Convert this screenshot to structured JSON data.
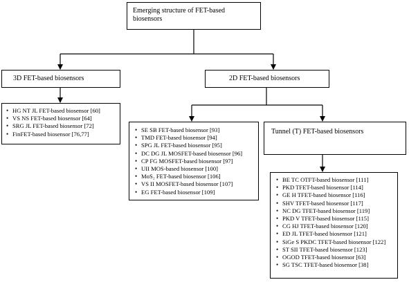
{
  "root": {
    "title": "Emerging structure of FET-based biosensors"
  },
  "fet3d": {
    "title": "3D FET-based biosensors",
    "items": [
      "HG NT JL FET-based biosensor [60]",
      "VS NS FET-based biosensor [64]",
      "SRG JL FET-based biosensor [72]",
      "FinFET-based biosensor [76,77]"
    ]
  },
  "fet2d": {
    "title": "2D FET-based biosensors",
    "items": [
      "SE SB FET-based biosensor [93]",
      "TMD FET-based biosensor [94]",
      "SPG JL FET-based biosensor [95]",
      "DC DG JL MOSFET-based biosensor [96]",
      "CP FG MOSFET-based biosensor [97]",
      "UII MOS-based biosensor [100]",
      "MoS₂ FET-based biosensor [106]",
      "VS II MOSFET-based biosensor [107]",
      "EG FET-based biosensor  [109]"
    ]
  },
  "tunnel": {
    "title": "Tunnel (T) FET-based biosensors",
    "items": [
      "BE TC OTFT-based biosensor [111]",
      "PKD TFET-based biosensor [114]",
      "GE H TFET-based biosensor [116]",
      "SHV TFET-based biosensor [117]",
      "NC DG TFET-based biosensor [119]",
      "PKD V TFET-based biosensor [115]",
      "CG HJ TFET-based biosensor [120]",
      "ED JL TFET-based biosensor [121]",
      "SiGe S PKDC TFET-based biosensor [122]",
      "ST SII TFET-based biosensor [123]",
      "OGOD TFET-based biosensor [63]",
      "SG TSC TFET-based biosensor [38]"
    ]
  }
}
